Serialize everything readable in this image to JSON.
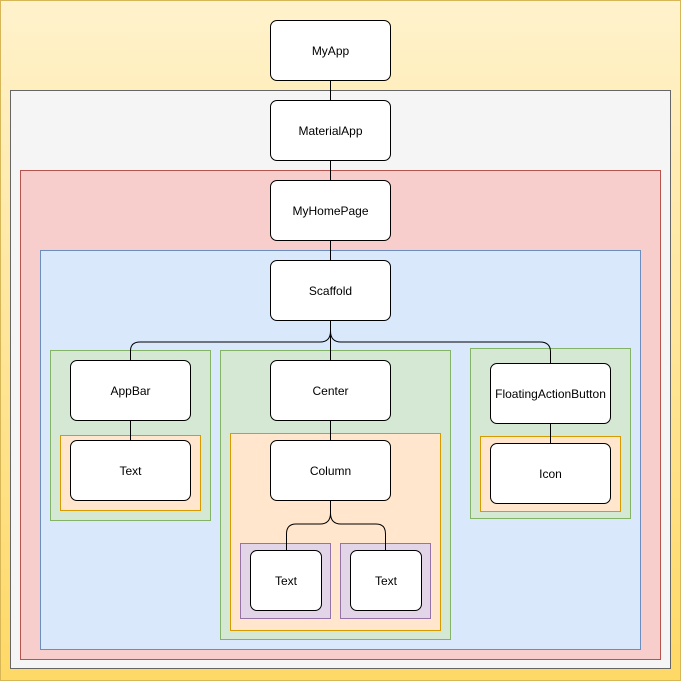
{
  "colors": {
    "myapp_region_fill": "#fff2cc",
    "myapp_region_border": "#d6b656",
    "materialapp_region_fill": "#f5f5f5",
    "materialapp_region_border": "#666666",
    "myhomepage_region_fill": "#f8cecc",
    "myhomepage_region_border": "#b85450",
    "scaffold_region_fill": "#dae8fc",
    "scaffold_region_border": "#6c8ebf",
    "widget_region_fill": "#d5e8d4",
    "widget_region_border": "#82b366",
    "child_region_fill": "#ffe6cc",
    "child_region_border": "#d79b00",
    "text_region_fill": "#e1d5e7",
    "text_region_border": "#9673a6",
    "node_fill": "#ffffff",
    "node_border": "#000000"
  },
  "nodes": {
    "myapp": "MyApp",
    "materialapp": "MaterialApp",
    "myhomepage": "MyHomePage",
    "scaffold": "Scaffold",
    "appbar": "AppBar",
    "appbar_text": "Text",
    "center": "Center",
    "column": "Column",
    "column_text_1": "Text",
    "column_text_2": "Text",
    "fab": "FloatingActionButton",
    "fab_icon": "Icon"
  }
}
